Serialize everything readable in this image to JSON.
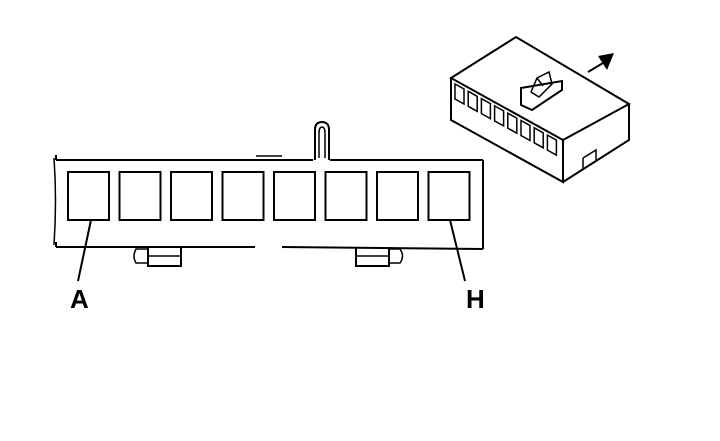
{
  "diagram": {
    "pin_labels": {
      "first": "A",
      "last": "H"
    },
    "cavity_count": 8,
    "colors": {
      "line": "#000000",
      "background": "#ffffff"
    },
    "icons": [
      "connector-face-icon",
      "connector-isometric-icon",
      "direction-arrow-icon"
    ]
  }
}
